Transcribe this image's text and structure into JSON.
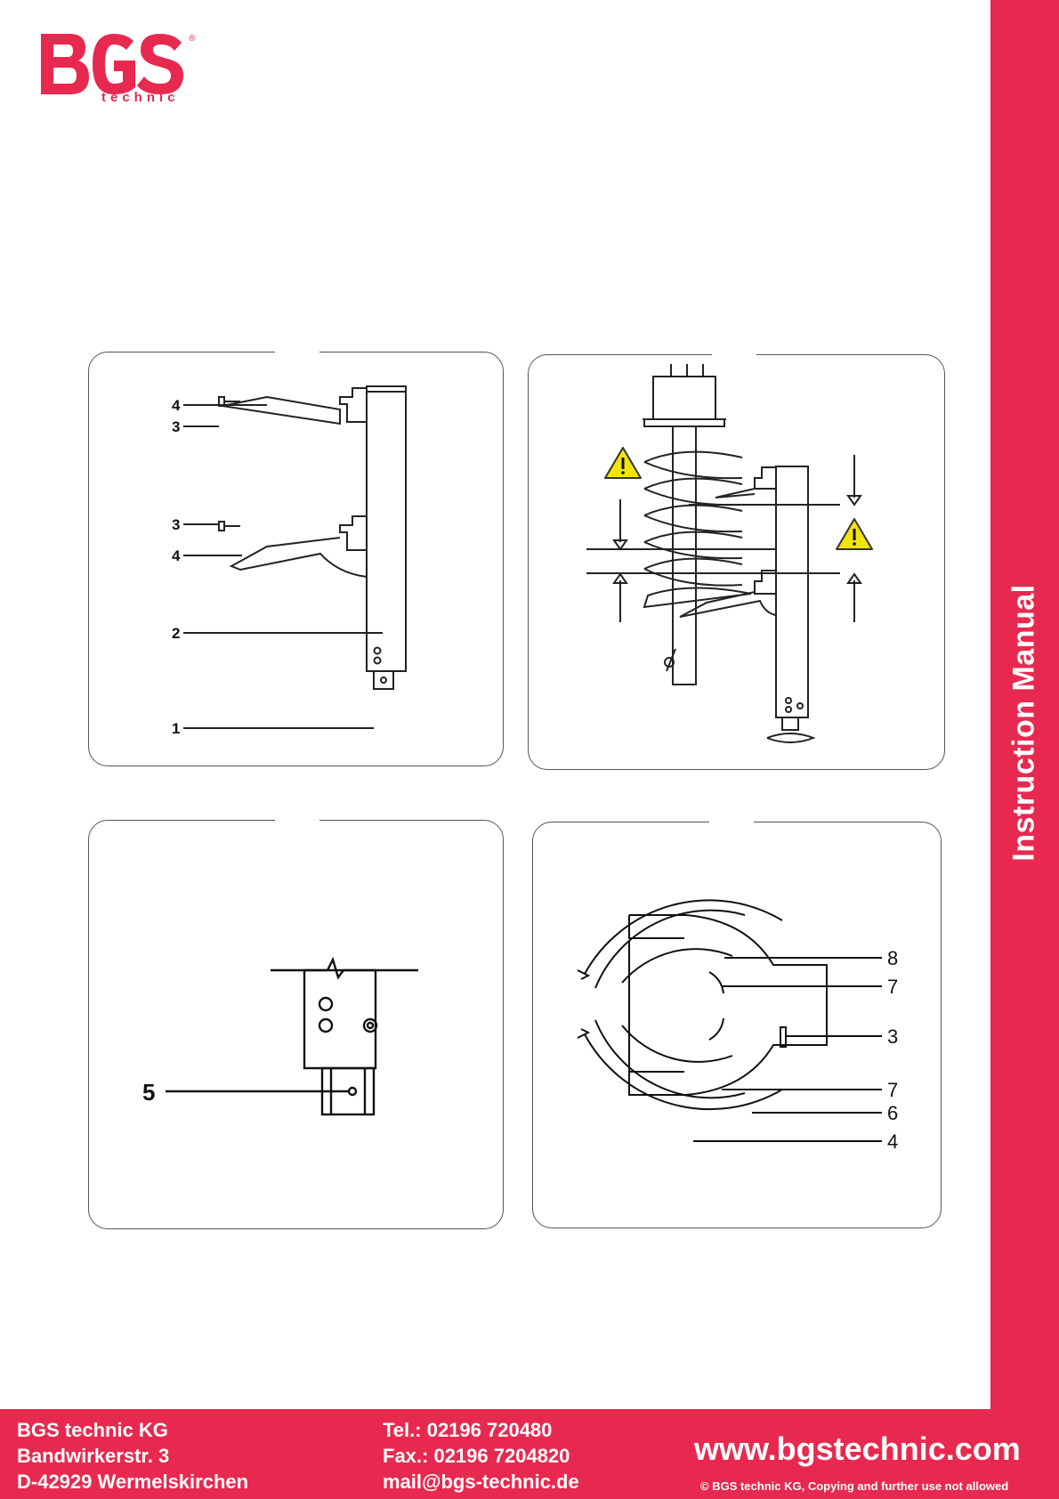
{
  "brand": {
    "logo_text": "BGS",
    "logo_sub": "technic",
    "registered": "®",
    "accent_color": "#e8294f"
  },
  "sidebar": {
    "title": "Instruction Manual"
  },
  "figures": {
    "fig1": {
      "callouts": [
        "4",
        "3",
        "3",
        "4",
        "2",
        "1"
      ]
    },
    "fig3": {
      "callouts": [
        "5"
      ]
    },
    "fig4": {
      "callouts": [
        "8",
        "7",
        "3",
        "7",
        "6",
        "4"
      ]
    }
  },
  "footer": {
    "company": "BGS technic KG",
    "street": "Bandwirkerstr. 3",
    "city": "D-42929 Wermelskirchen",
    "tel": "Tel.: 02196 720480",
    "fax": "Fax.: 02196 7204820",
    "mail": "mail@bgs-technic.de",
    "website": "www.bgstechnic.com",
    "copyright": "© BGS technic KG, Copying and further use not allowed"
  }
}
